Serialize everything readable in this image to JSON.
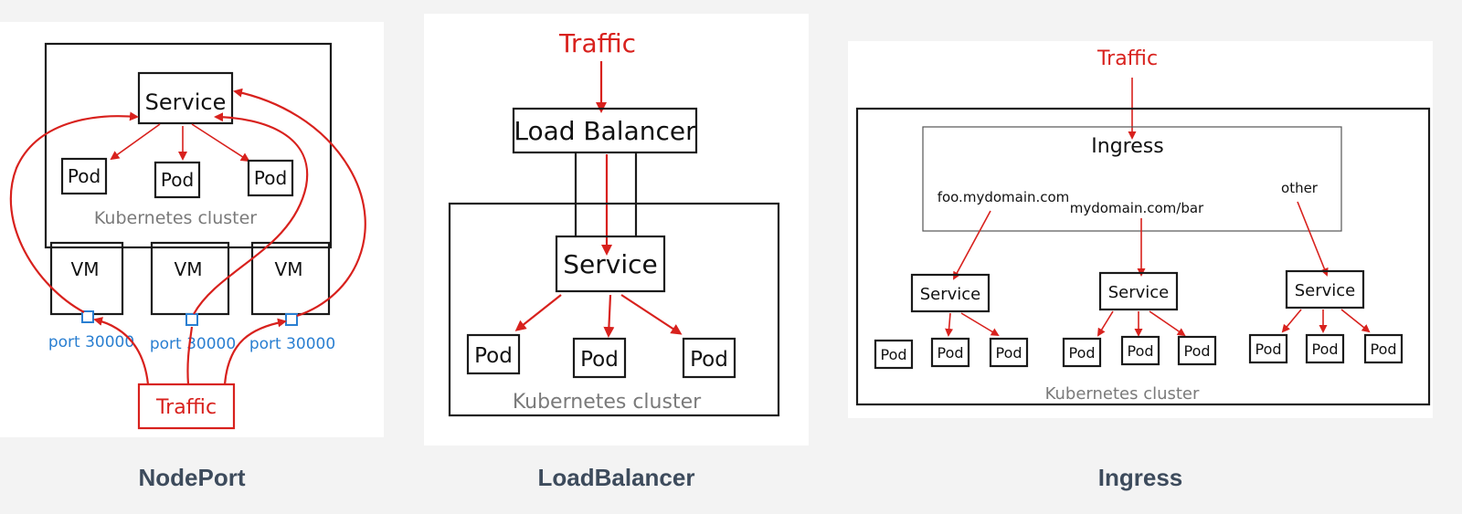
{
  "colors": {
    "accent_red": "#d8211d",
    "port_blue": "#2a7fd1",
    "caption": "#3d4b5c"
  },
  "nodeport": {
    "caption": "NodePort",
    "service": "Service",
    "pods": [
      "Pod",
      "Pod",
      "Pod"
    ],
    "cluster_label": "Kubernetes cluster",
    "vms": [
      "VM",
      "VM",
      "VM"
    ],
    "ports": [
      "port 30000",
      "port 30000",
      "port 30000"
    ],
    "traffic": "Traffic"
  },
  "loadbalancer": {
    "caption": "LoadBalancer",
    "traffic": "Traffic",
    "load_balancer": "Load Balancer",
    "service": "Service",
    "pods": [
      "Pod",
      "Pod",
      "Pod"
    ],
    "cluster_label": "Kubernetes cluster"
  },
  "ingress": {
    "caption": "Ingress",
    "traffic": "Traffic",
    "ingress_label": "Ingress",
    "routes": [
      "foo.mydomain.com",
      "mydomain.com/bar",
      "other"
    ],
    "services": [
      "Service",
      "Service",
      "Service"
    ],
    "pods": [
      "Pod",
      "Pod",
      "Pod",
      "Pod",
      "Pod",
      "Pod",
      "Pod",
      "Pod",
      "Pod"
    ],
    "cluster_label": "Kubernetes cluster"
  }
}
